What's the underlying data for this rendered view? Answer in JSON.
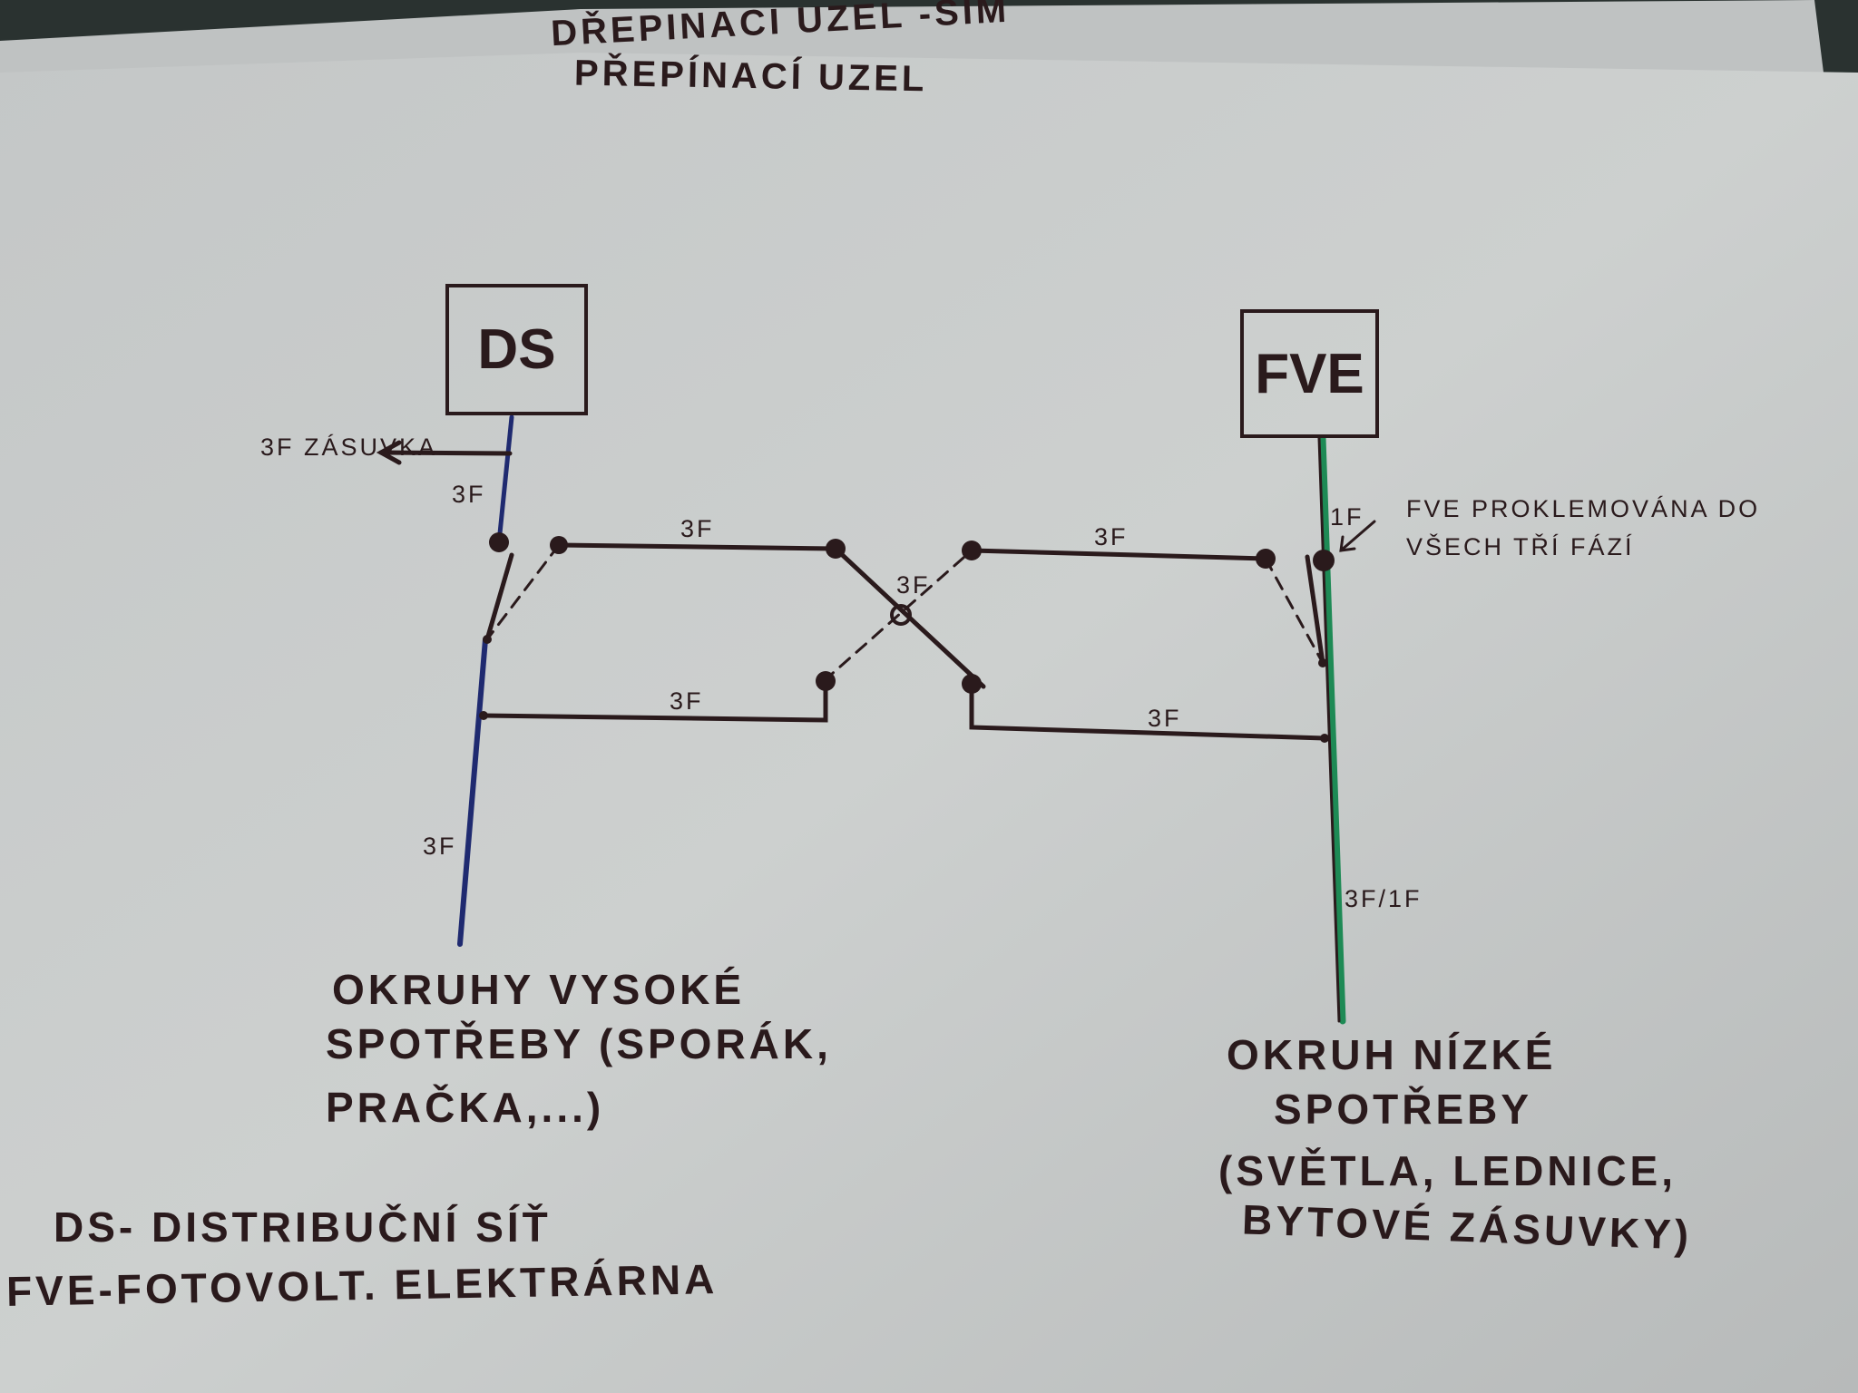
{
  "header": {
    "back_sheet_title": "DŘEPINACI UZEL -SIM",
    "title": "PŘEPÍNACÍ UZEL"
  },
  "nodes": {
    "ds": "DS",
    "fve": "FVE"
  },
  "labels": {
    "socket": "3F ZÁSUVKA",
    "ds_top": "3F",
    "ds_bottom": "3F",
    "bar_top_left": "3F",
    "bar_top_right": "3F",
    "cross": "3F",
    "bar_bottom_left": "3F",
    "bar_bottom_right": "3F",
    "fve_top": "1F",
    "fve_bottom": "3F/1F",
    "fve_note_1": "FVE PROKLEMOVÁNA DO",
    "fve_note_2": "VŠECH TŘÍ FÁZÍ"
  },
  "circuits": {
    "high": [
      "OKRUHY VYSOKÉ",
      "SPOTŘEBY (SPORÁK,",
      "PRAČKA,...)"
    ],
    "low": [
      "OKRUH NÍZKÉ",
      "SPOTŘEBY",
      "(SVĚTLA, LEDNICE,",
      "BYTOVÉ ZÁSUVKY)"
    ]
  },
  "legend": {
    "ds": "DS- DISTRIBUČNÍ SÍŤ",
    "fve": "FVE-FOTOVOLT. ELEKTRÁRNA"
  },
  "colors": {
    "ink": "#2a1a1c",
    "ds_line": "#1f2a70",
    "fve_line": "#1e8a55",
    "paper": "#c9cccb"
  }
}
